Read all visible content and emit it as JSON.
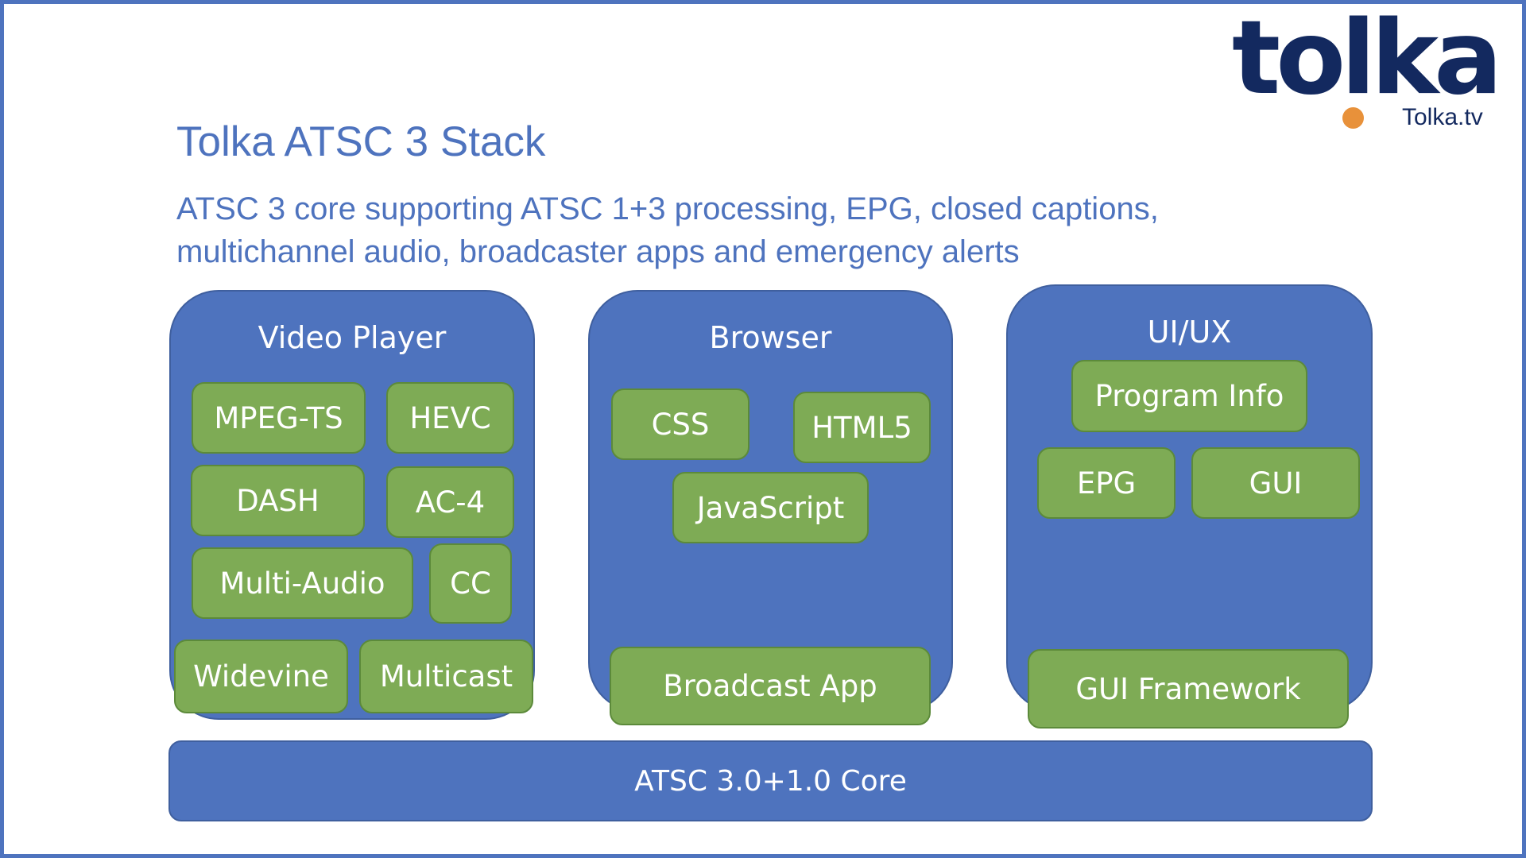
{
  "slide": {
    "title": "Tolka ATSC 3 Stack",
    "subtitle_lines": [
      "ATSC 3 core supporting ATSC 1+3 processing, EPG, closed captions,",
      "multichannel audio, broadcaster apps and emergency alerts"
    ]
  },
  "logo": {
    "wordmark": "tolka",
    "url_text": "Tolka.tv",
    "colors": {
      "wordmark": "#13295F",
      "dot": "#E8913A"
    }
  },
  "colors": {
    "frame": "#4E73BE",
    "text_accent": "#4E73BE",
    "panel": "#4E73BE",
    "chip": "#7EAB55",
    "chip_border": "#5C8A3A"
  },
  "panels": [
    {
      "title": "Video Player",
      "components": [
        "MPEG-TS",
        "HEVC",
        "DASH",
        "AC-4",
        "Multi-Audio",
        "CC",
        "Widevine",
        "Multicast"
      ]
    },
    {
      "title": "Browser",
      "components": [
        "CSS",
        "HTML5",
        "JavaScript",
        "Broadcast App"
      ]
    },
    {
      "title": "UI/UX",
      "components": [
        "Program Info",
        "EPG",
        "GUI",
        "GUI Framework"
      ]
    }
  ],
  "core": {
    "label": "ATSC 3.0+1.0 Core"
  }
}
